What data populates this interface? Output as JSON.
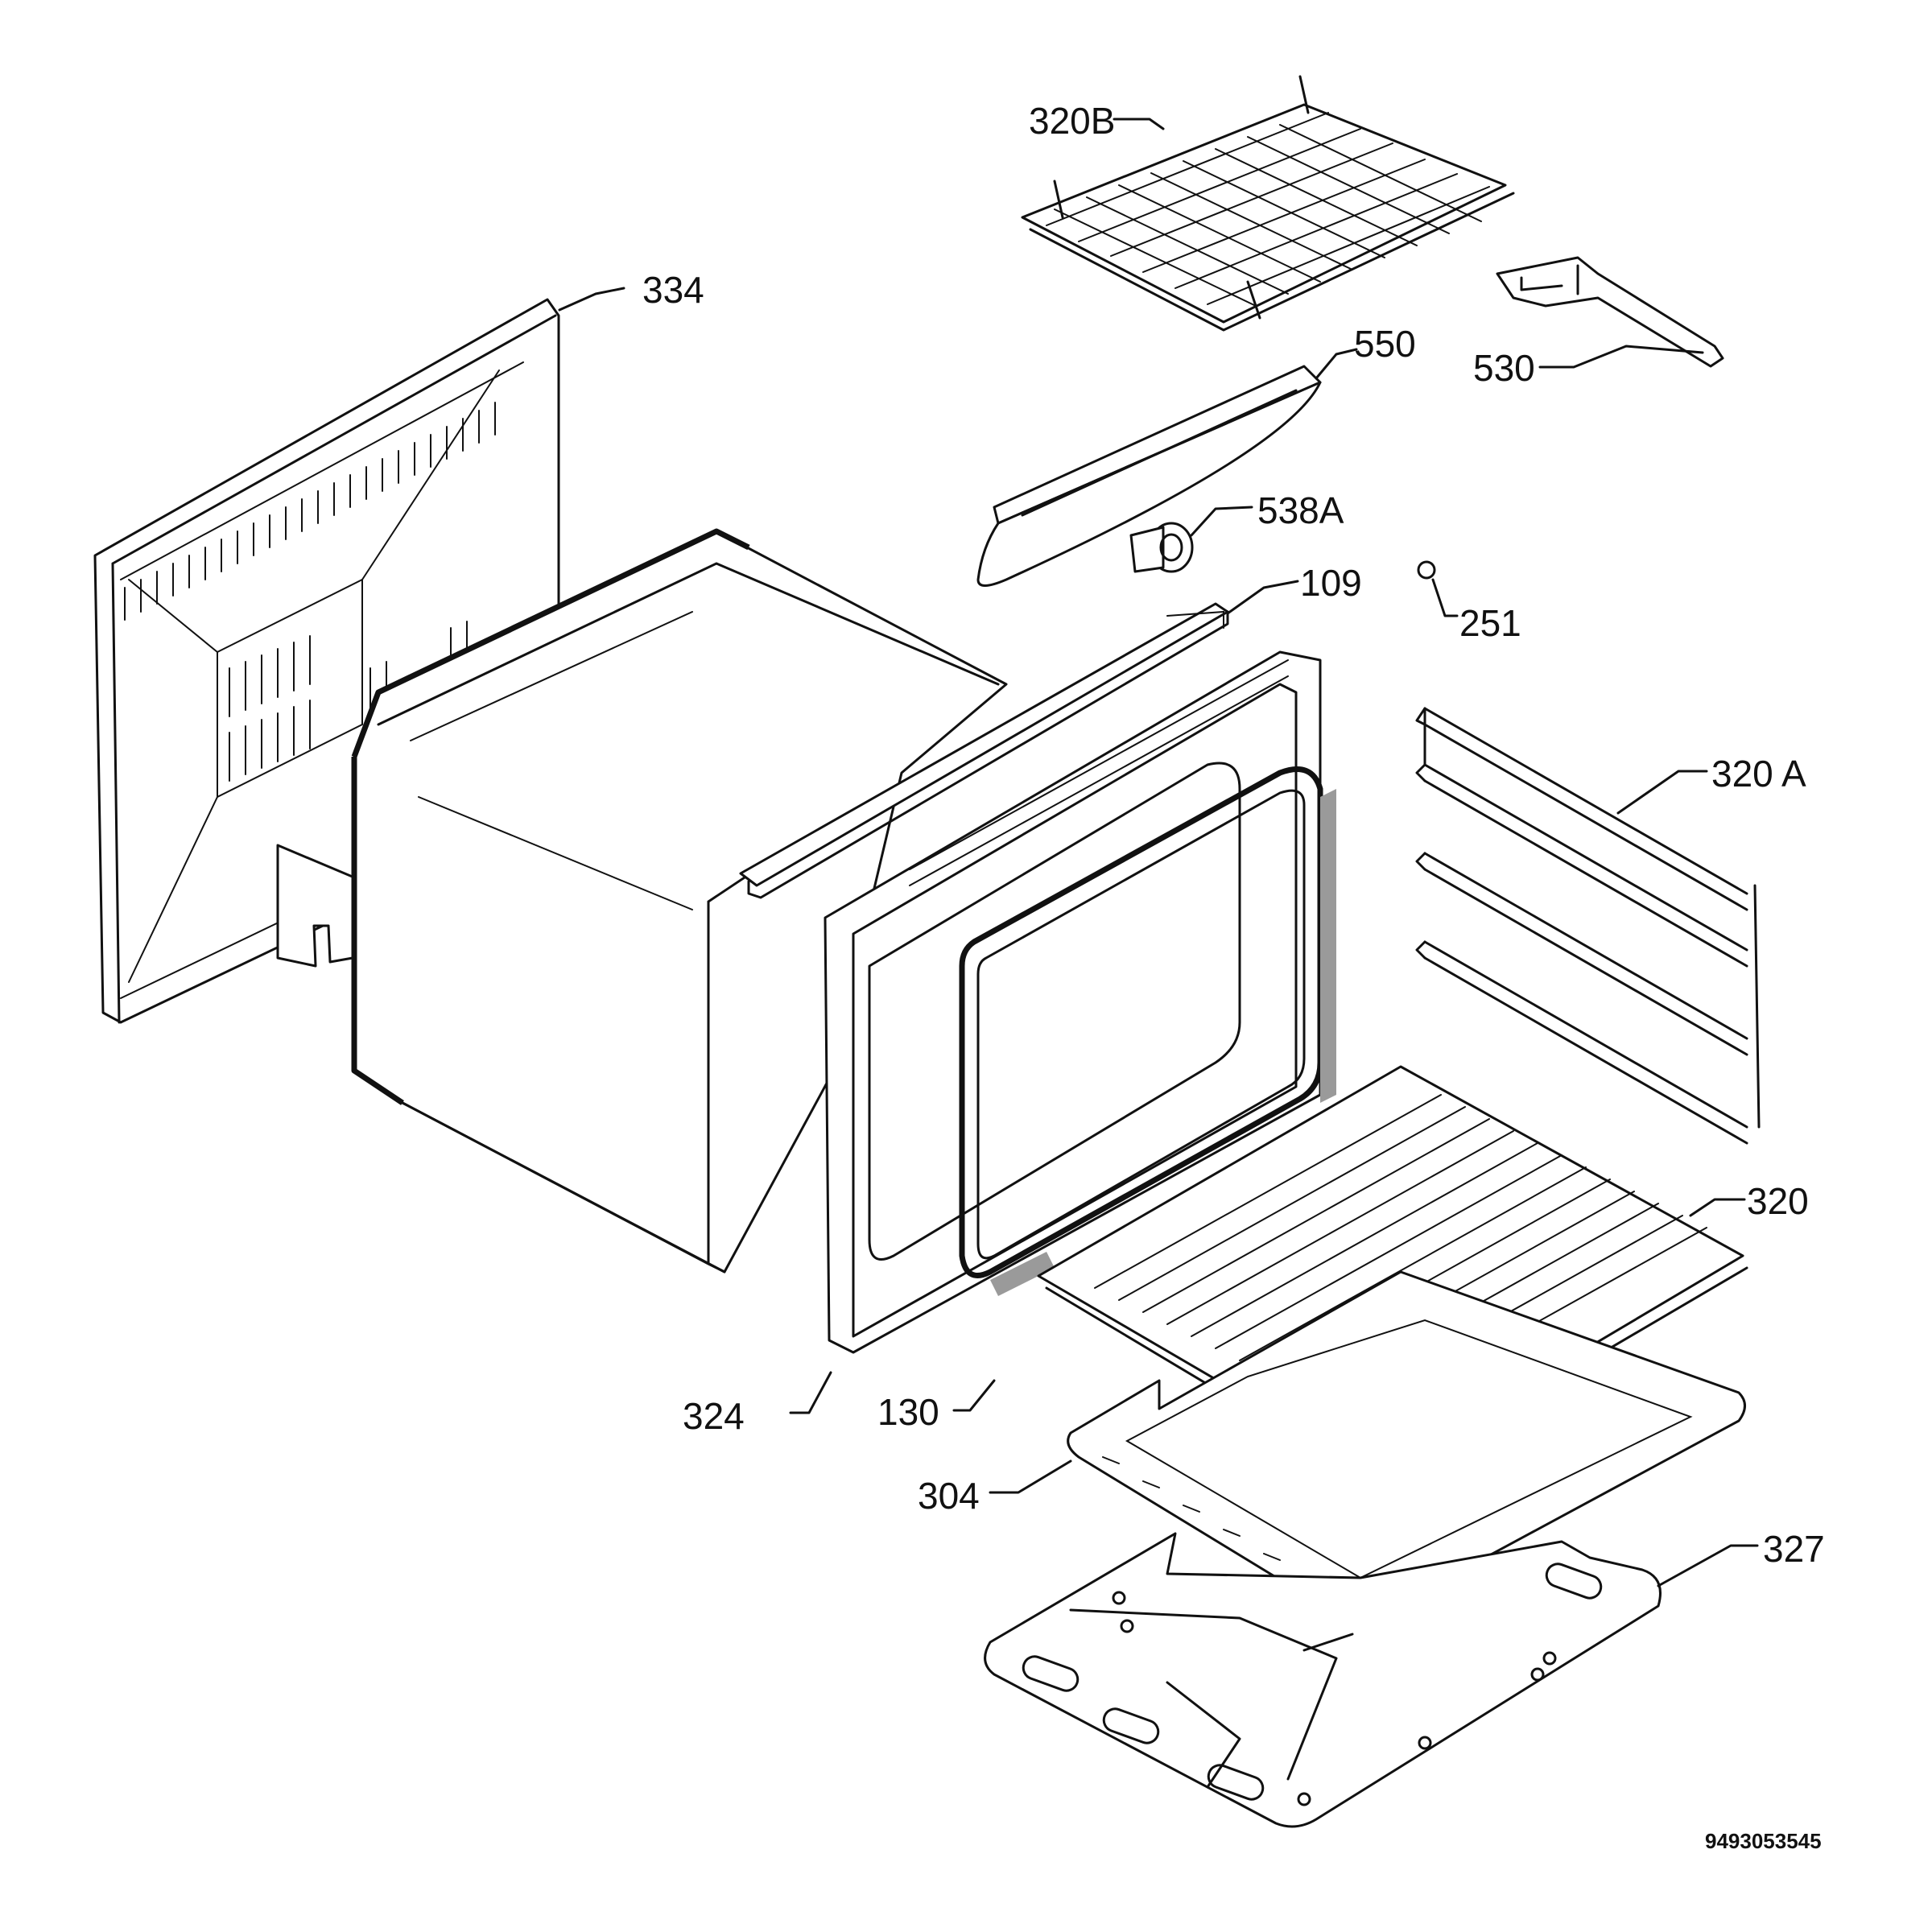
{
  "callouts": {
    "c320b": "320B",
    "c334": "334",
    "c550": "550",
    "c530": "530",
    "c538a": "538A",
    "c109": "109",
    "c251": "251",
    "c320a": "320 A",
    "c320": "320",
    "c324": "324",
    "c130": "130",
    "c304": "304",
    "c327": "327"
  },
  "drawing_code": "9493053545"
}
